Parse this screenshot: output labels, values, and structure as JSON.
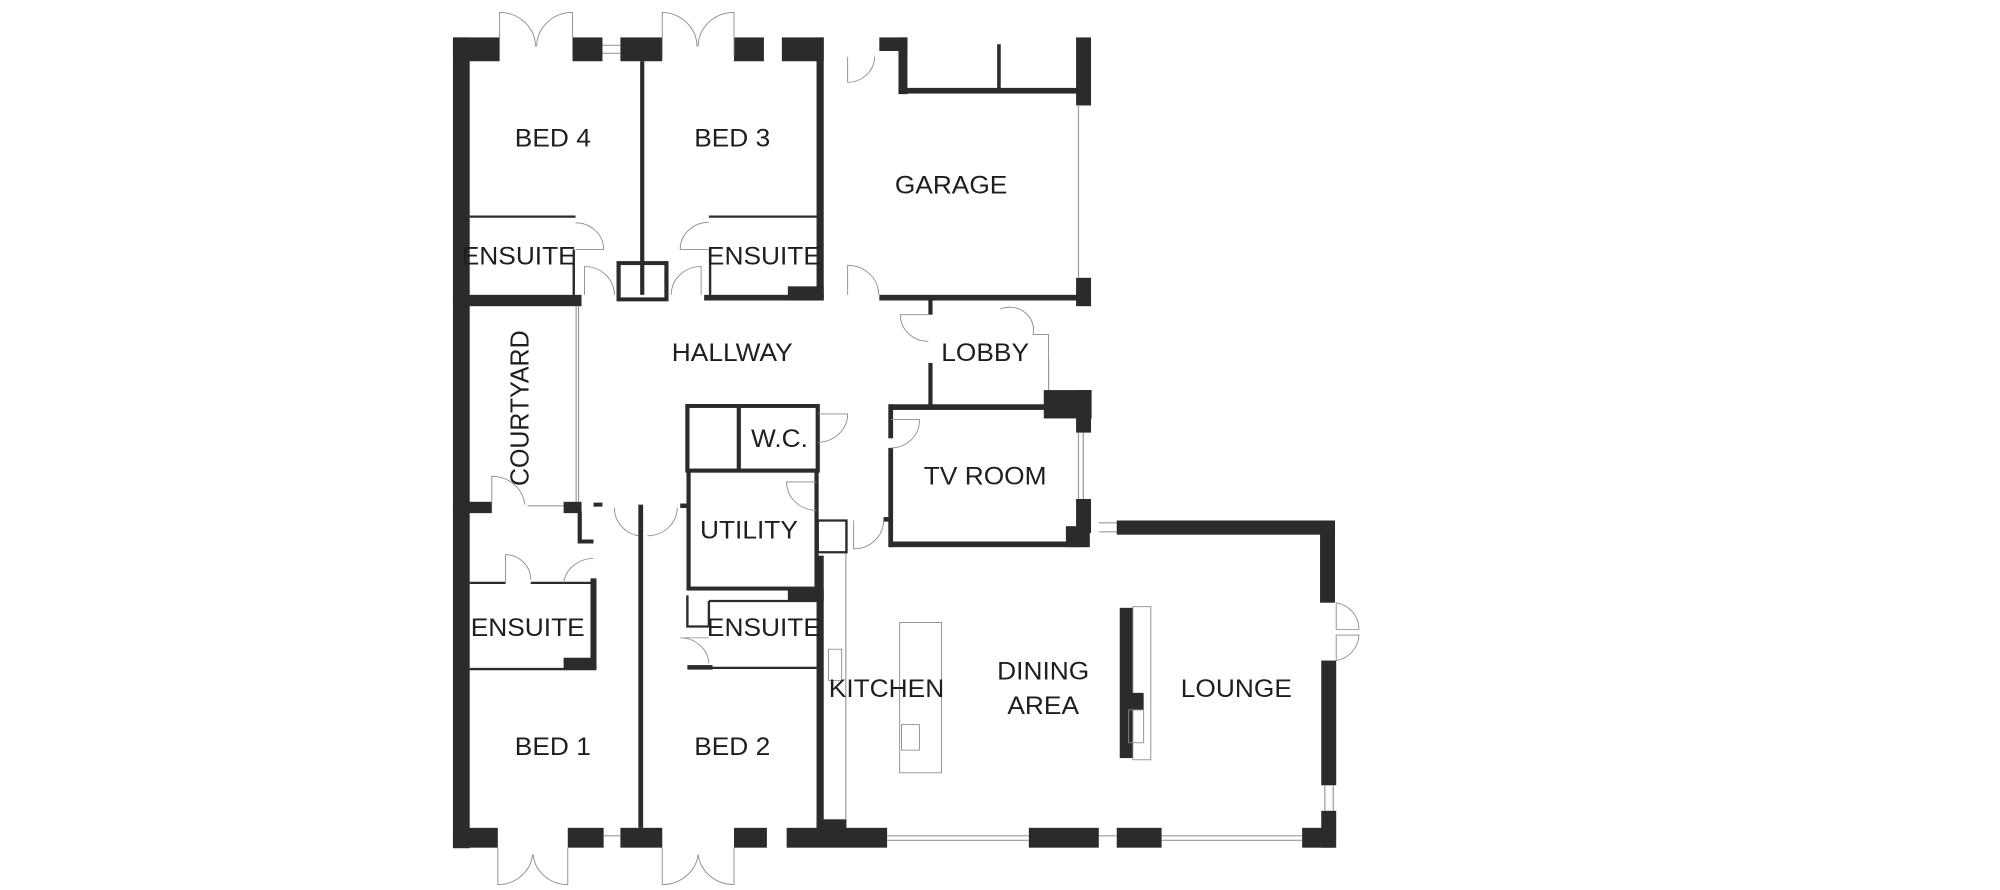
{
  "floorplan": {
    "wall_color": "#2b2b2b",
    "rooms": {
      "bed4": "BED 4",
      "bed3": "BED 3",
      "garage": "GARAGE",
      "ensuite_bed4": "ENSUITE",
      "ensuite_bed3": "ENSUITE",
      "hallway": "HALLWAY",
      "lobby": "LOBBY",
      "courtyard": "COURTYARD",
      "wc": "W.C.",
      "tv_room": "TV ROOM",
      "utility": "UTILITY",
      "ensuite_bed1": "ENSUITE",
      "ensuite_bed2": "ENSUITE",
      "kitchen": "KITCHEN",
      "dining_line1": "DINING",
      "dining_line2": "AREA",
      "lounge": "LOUNGE",
      "bed1": "BED 1",
      "bed2": "BED 2"
    }
  }
}
